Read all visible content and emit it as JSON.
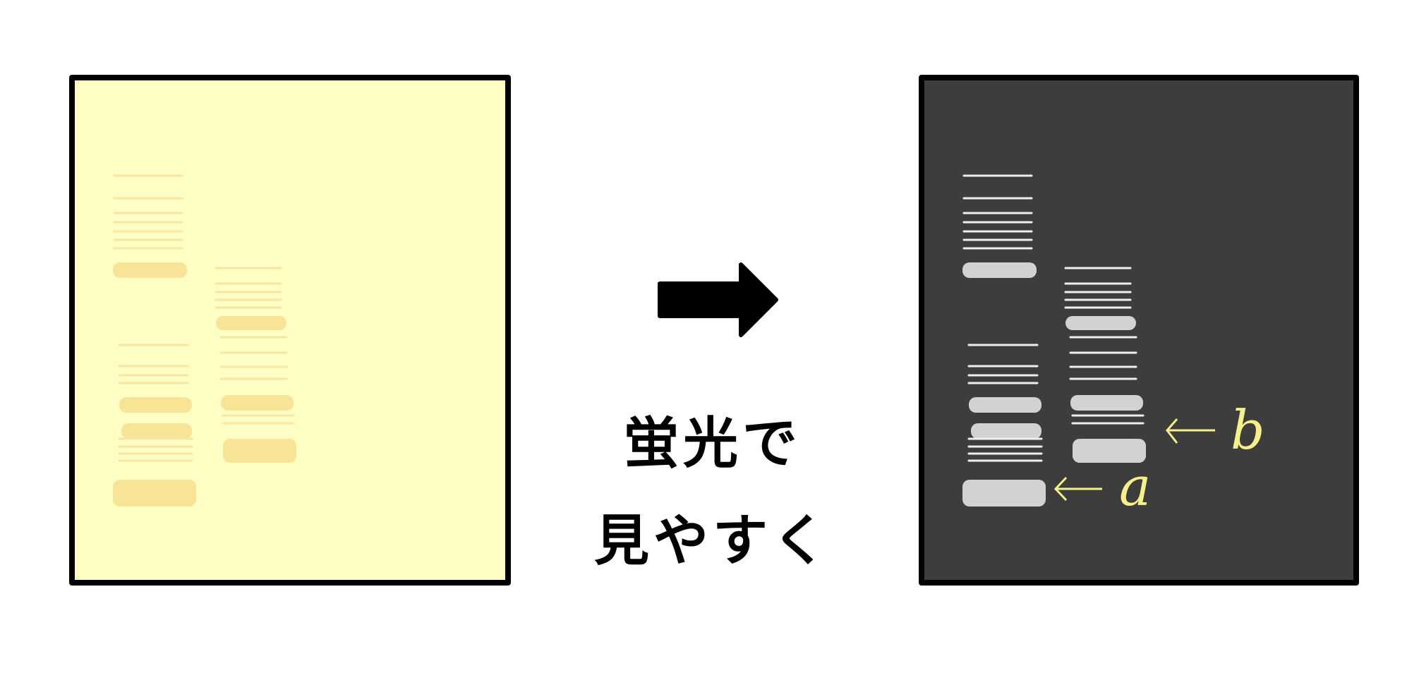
{
  "caption": {
    "line1": "蛍光で",
    "line2": "見やすく"
  },
  "labels": {
    "a": "a",
    "b": "b"
  },
  "colors": {
    "gel_before": "#fefec4",
    "band_before": "#f8e496",
    "line_before": "#f6e6a0",
    "gel_after": "#3d3d3d",
    "band_after": "#d2d2d2",
    "line_after": "#eeeeee",
    "annotation": "#f6f08a"
  }
}
